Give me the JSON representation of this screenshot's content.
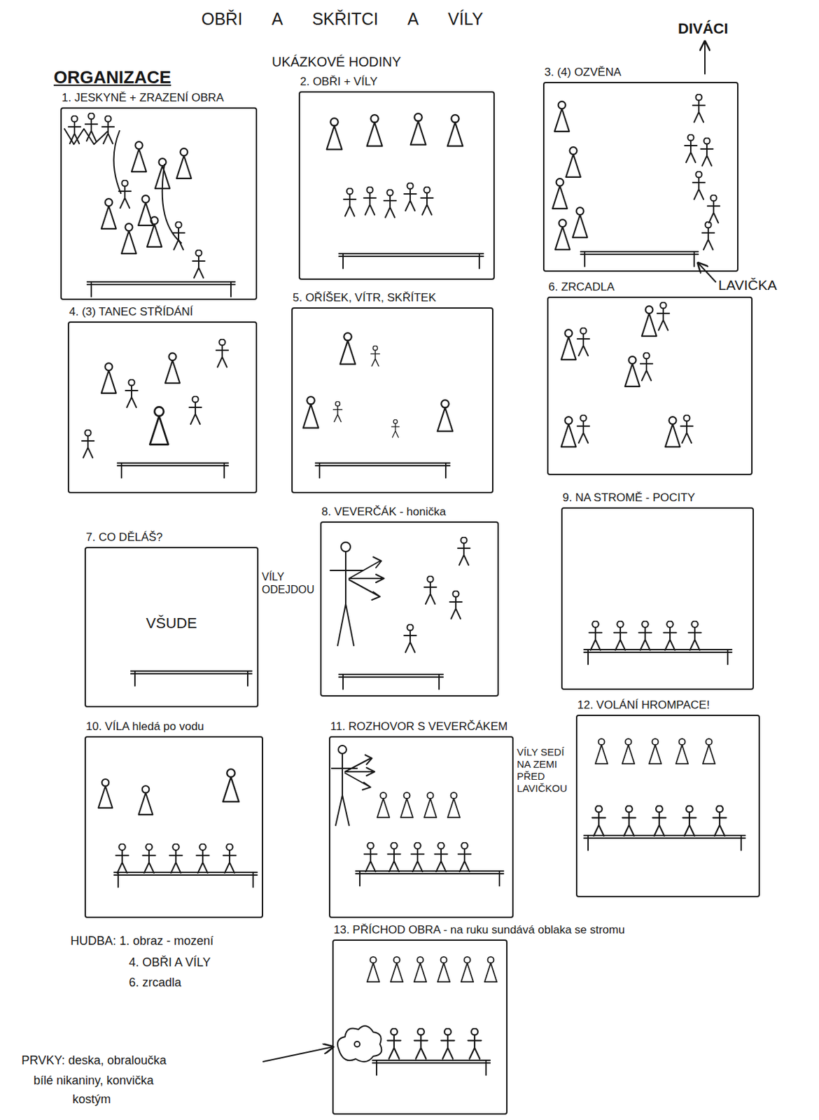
{
  "diagram": {
    "title": "OBŘI A SKŘITCI A VÍLY",
    "nodes": [
      {
        "text": [
          "1. JESKYNĚ + ZRAZENÍ OBRA"
        ]
      },
      {
        "text": [
          "2. OBŘI + VÍLY"
        ]
      },
      {
        "text": [
          "3. (4) OZVĚNA"
        ]
      },
      {
        "text": [
          "4. (3) TANEC STŘÍDÁNÍ"
        ]
      },
      {
        "text": [
          "5. OŘÍŠEK, VÍTR, SKŘÍTEK"
        ]
      },
      {
        "text": [
          "6. ZRCADLA"
        ]
      },
      {
        "text": [
          "7. CO DĚLÁŠ?",
          "VŠUDE"
        ]
      },
      {
        "text": [
          "8. VEVERČÁK - honička"
        ]
      },
      {
        "text": [
          "9. NA STROMĚ - POCITY"
        ]
      },
      {
        "text": [
          "10. VÍLA hledá po vodu"
        ]
      },
      {
        "text": [
          "11. ROZHOVOR S VEVERČÁKEM"
        ]
      },
      {
        "text": [
          "12. VOLÁNÍ HROMPACE!"
        ]
      },
      {
        "text": [
          "13. PŘÍCHOD OBRA - na ruku sundává oblaka se stromu"
        ]
      }
    ],
    "labels": [
      "DIVÁCI",
      "ORGANIZACE",
      "UKÁZKOVÉ HODINY",
      "LAVIČKA",
      "VÍLY ODEJDOU",
      "VÍLY SEDÍ NA ZEMI PŘED LAVIČKOU",
      "HUDBA: 1. obraz - mození",
      "4. OBŘI A VÍLY",
      "6. zrcadla",
      "PRVKY: deska, obraloučka",
      "bílé nikaniny, konvička",
      "kostým"
    ]
  }
}
